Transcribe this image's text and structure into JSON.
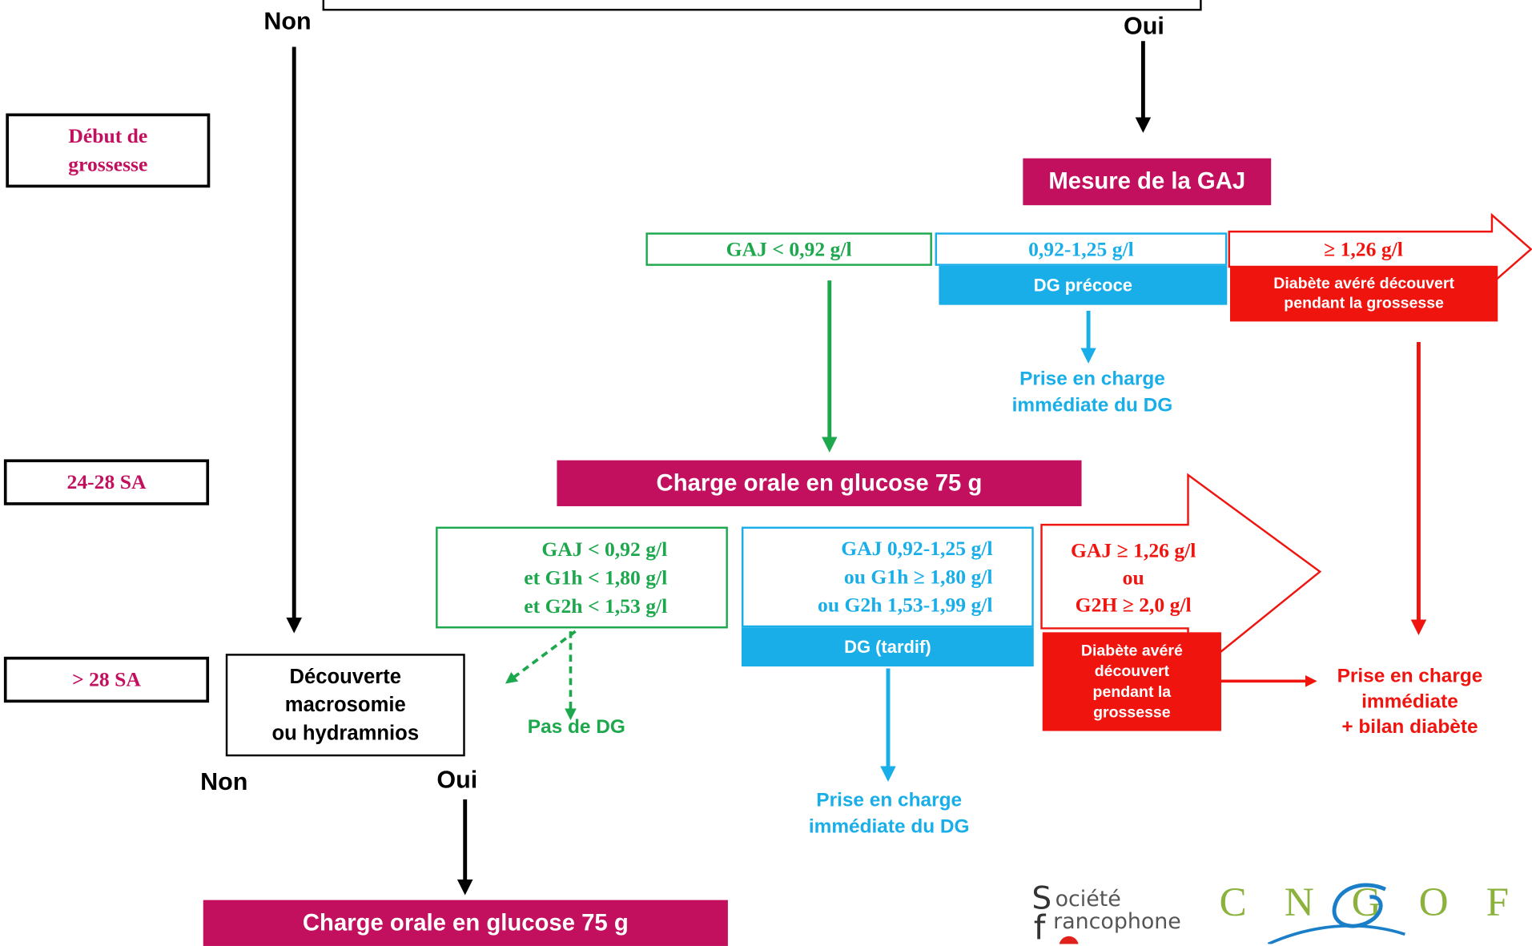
{
  "colors": {
    "magenta": "#c2105f",
    "green": "#1ea84d",
    "blue": "#19aee8",
    "red": "#f0140f",
    "black": "#000000"
  },
  "branch": {
    "non_top": "Non",
    "oui_top": "Oui",
    "non_bottom": "Non",
    "oui_bottom": "Oui"
  },
  "stages": {
    "debut": "Début de\ngrossesse",
    "sa_24_28": "24-28 SA",
    "sa_gt_28": "> 28 SA"
  },
  "early": {
    "mesure_gaj": "Mesure de la GAJ",
    "gaj_low": "GAJ < 0,92 g/l",
    "gaj_mid": "0,92-1,25 g/l",
    "gaj_high": "≥ 1,26 g/l",
    "dg_precoce": "DG précoce",
    "diabete_avere": "Diabète avéré découvert\npendant la grossesse",
    "prise_en_charge_dg": "Prise en charge\nimmédiate du DG"
  },
  "ogtt": {
    "charge_orale_1": "Charge orale en glucose 75 g",
    "normal_criteria": "GAJ < 0,92 g/l\net G1h < 1,80 g/l\net G2h < 1,53 g/l",
    "dg_criteria": "GAJ 0,92-1,25 g/l\nou    G1h ≥ 1,80 g/l\nou G2h 1,53-1,99 g/l",
    "diabete_criteria": "GAJ ≥ 1,26 g/l\nou\nG2H ≥ 2,0 g/l",
    "pas_de_dg": "Pas de DG",
    "dg_tardif": "DG (tardif)",
    "diabete_avere_2": "Diabète avéré\ndécouvert\npendant la\ngrossesse",
    "prise_en_charge_dg_2": "Prise en charge\nimmédiate du DG",
    "prise_en_charge_bilan": "Prise en charge\nimmédiate\n+ bilan diabète"
  },
  "late": {
    "decouverte": "Découverte\nmacrosomie\nou hydramnios",
    "charge_orale_2": "Charge orale en glucose 75 g"
  },
  "logos": {
    "sfd_line1": "ociété",
    "sfd_s": "S",
    "sfd_line2": "rancophone",
    "sfd_f": "f",
    "cngof": "C N G O F"
  }
}
